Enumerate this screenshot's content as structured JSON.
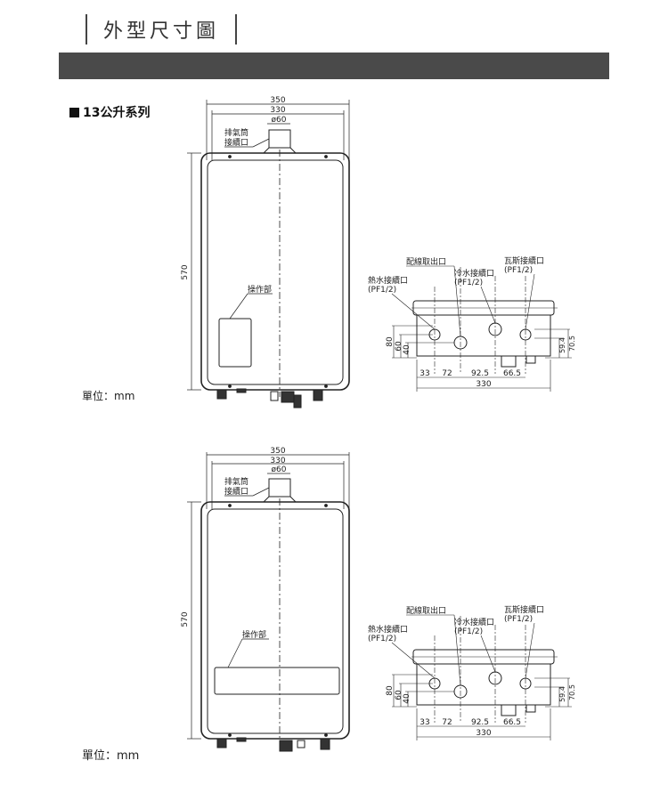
{
  "header": {
    "title": "外型尺寸圖"
  },
  "series_label": "13公升系列",
  "unit_label_1": "單位：mm",
  "unit_label_2": "單位：mm",
  "front": {
    "dim_width_outer": "350",
    "dim_width_inner": "330",
    "dim_flue": "ø60",
    "dim_height": "570",
    "flue_label_line1": "排氣筒",
    "flue_label_line2": "接續口",
    "control_label": "操作部"
  },
  "bottom": {
    "wiring_label": "配線取出口",
    "gas_label_line1": "瓦斯接續口",
    "gas_label_line2": "(PF1/2)",
    "cold_label_line1": "冷水接續口",
    "cold_label_line2": "(PF1/2)",
    "hot_label_line1": "熱水接續口",
    "hot_label_line2": "(PF1/2)",
    "dim_80": "80",
    "dim_60": "60",
    "dim_40": "40",
    "dim_59_4": "59.4",
    "dim_70_5": "70.5",
    "dim_33": "33",
    "dim_72": "72",
    "dim_92_5": "92.5",
    "dim_66_5": "66.5",
    "dim_330": "330"
  }
}
